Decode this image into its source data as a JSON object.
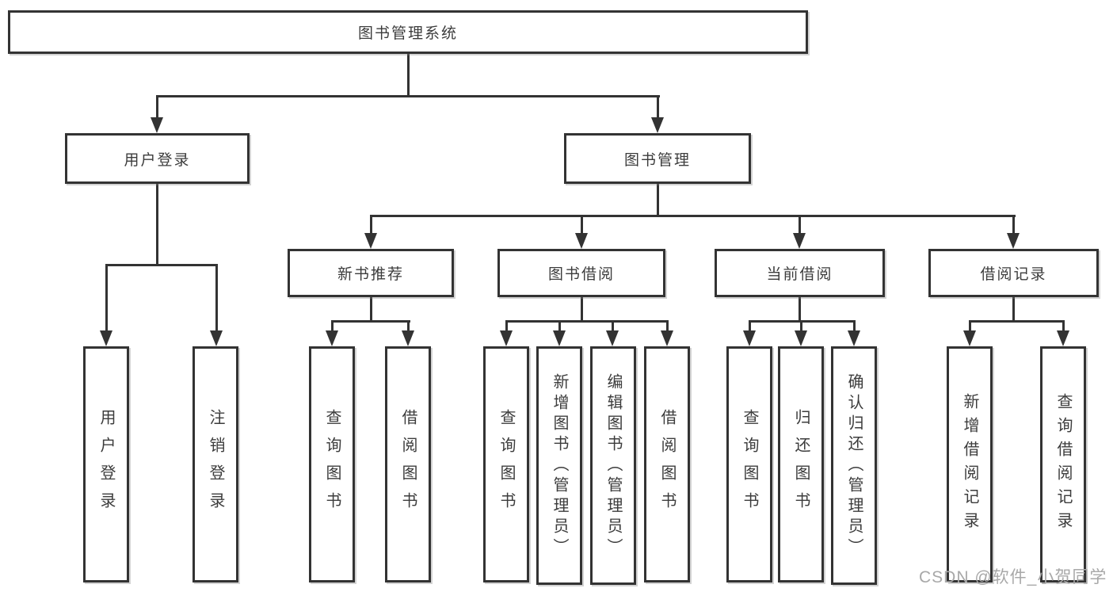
{
  "diagram_title": "图书管理系统",
  "colors": {
    "line": "#333333",
    "text": "#3c3c3c",
    "box_fill": "#ffffff",
    "background": "#ffffff",
    "watermark": "#a8a8a8"
  },
  "tree": {
    "root": {
      "label": "图书管理系统"
    },
    "branches": [
      {
        "label": "用户登录",
        "leaves": [
          {
            "label": "用户登录"
          },
          {
            "label": "注销登录"
          }
        ]
      },
      {
        "label": "图书管理",
        "groups": [
          {
            "label": "新书推荐",
            "leaves": [
              {
                "label": "查询图书"
              },
              {
                "label": "借阅图书"
              }
            ]
          },
          {
            "label": "图书借阅",
            "leaves": [
              {
                "label": "查询图书"
              },
              {
                "label": "新增图书（管理员）"
              },
              {
                "label": "编辑图书（管理员）"
              },
              {
                "label": "借阅图书"
              }
            ]
          },
          {
            "label": "当前借阅",
            "leaves": [
              {
                "label": "查询图书"
              },
              {
                "label": "归还图书"
              },
              {
                "label": "确认归还（管理员）"
              }
            ]
          },
          {
            "label": "借阅记录",
            "leaves": [
              {
                "label": "新增借阅记录"
              },
              {
                "label": "查询借阅记录"
              }
            ]
          }
        ]
      }
    ]
  },
  "watermark": {
    "text": "CSDN @软件_小贺同学"
  }
}
